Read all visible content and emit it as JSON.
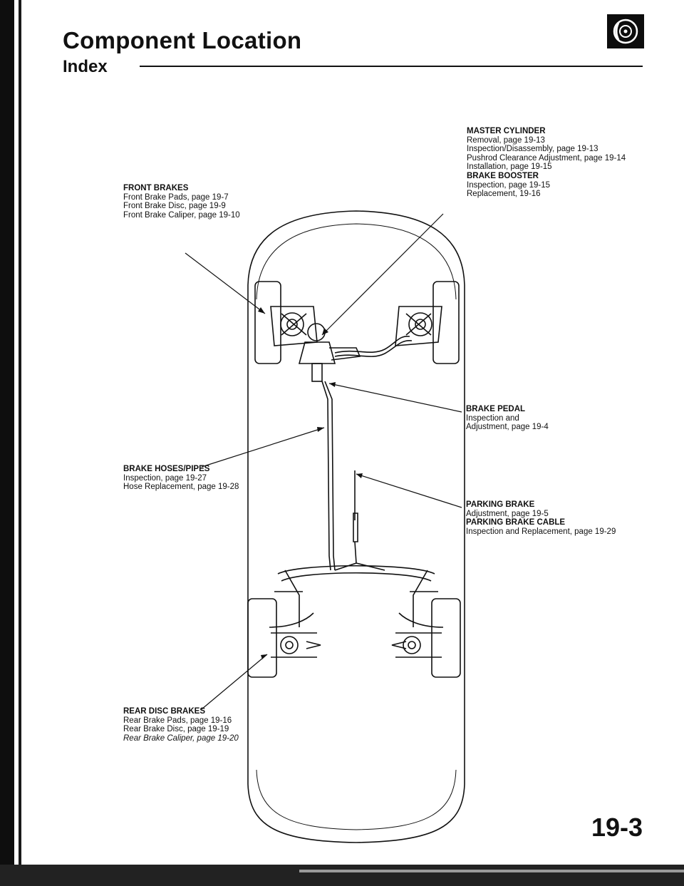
{
  "header": {
    "title": "Component Location",
    "subtitle": "Index"
  },
  "icon": {
    "name": "brake-disc-icon"
  },
  "labels": {
    "master_cylinder": {
      "heading": "MASTER CYLINDER",
      "lines": [
        "Removal, page 19-13",
        "Inspection/Disassembly, page 19-13",
        "Pushrod Clearance Adjustment, page 19-14",
        "Installation, page 19-15"
      ]
    },
    "brake_booster": {
      "heading": "BRAKE BOOSTER",
      "lines": [
        "Inspection, page 19-15",
        "Replacement, 19-16"
      ]
    },
    "front_brakes": {
      "heading": "FRONT BRAKES",
      "lines": [
        "Front Brake Pads, page 19-7",
        "Front Brake Disc, page 19-9",
        "Front Brake Caliper, page 19-10"
      ]
    },
    "brake_pedal": {
      "heading": "BRAKE PEDAL",
      "lines": [
        "Inspection and",
        "Adjustment, page 19-4"
      ]
    },
    "brake_hoses": {
      "heading": "BRAKE HOSES/PIPES",
      "lines": [
        "Inspection, page 19-27",
        "Hose Replacement, page 19-28"
      ]
    },
    "parking_brake": {
      "heading": "PARKING BRAKE",
      "lines": [
        "Adjustment, page 19-5"
      ]
    },
    "parking_brake_cable": {
      "heading": "PARKING BRAKE CABLE",
      "lines": [
        "Inspection and Replacement, page 19-29"
      ]
    },
    "rear_disc_brakes": {
      "heading": "REAR DISC BRAKES",
      "lines": [
        "Rear Brake Pads, page 19-16",
        "Rear Brake Disc, page 19-19",
        "Rear Brake Caliper, page 19-20"
      ]
    }
  },
  "page_number": "19-3"
}
